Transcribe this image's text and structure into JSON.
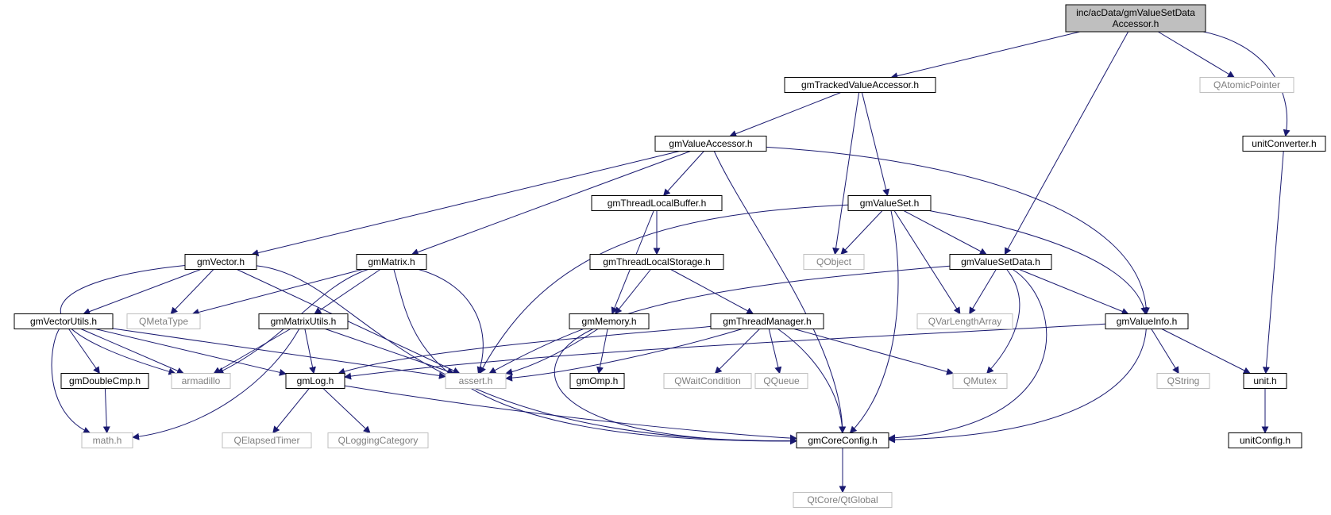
{
  "graph": {
    "nodes": [
      {
        "id": "root",
        "lines": [
          "inc/acData/gmValueSetData",
          "Accessor.h"
        ],
        "style": "root"
      },
      {
        "id": "tracked",
        "lines": [
          "gmTrackedValueAccessor.h"
        ],
        "style": "local"
      },
      {
        "id": "qatomic",
        "lines": [
          "QAtomicPointer"
        ],
        "style": "external"
      },
      {
        "id": "unitconv",
        "lines": [
          "unitConverter.h"
        ],
        "style": "local"
      },
      {
        "id": "valueacc",
        "lines": [
          "gmValueAccessor.h"
        ],
        "style": "local"
      },
      {
        "id": "tlbuffer",
        "lines": [
          "gmThreadLocalBuffer.h"
        ],
        "style": "local"
      },
      {
        "id": "valueset",
        "lines": [
          "gmValueSet.h"
        ],
        "style": "local"
      },
      {
        "id": "vector",
        "lines": [
          "gmVector.h"
        ],
        "style": "local"
      },
      {
        "id": "matrix",
        "lines": [
          "gmMatrix.h"
        ],
        "style": "local"
      },
      {
        "id": "tlstorage",
        "lines": [
          "gmThreadLocalStorage.h"
        ],
        "style": "local"
      },
      {
        "id": "qobject",
        "lines": [
          "QObject"
        ],
        "style": "external"
      },
      {
        "id": "vsdata",
        "lines": [
          "gmValueSetData.h"
        ],
        "style": "local"
      },
      {
        "id": "vecutils",
        "lines": [
          "gmVectorUtils.h"
        ],
        "style": "local"
      },
      {
        "id": "qmetatype",
        "lines": [
          "QMetaType"
        ],
        "style": "external"
      },
      {
        "id": "matutils",
        "lines": [
          "gmMatrixUtils.h"
        ],
        "style": "local"
      },
      {
        "id": "memory",
        "lines": [
          "gmMemory.h"
        ],
        "style": "local"
      },
      {
        "id": "threadmgr",
        "lines": [
          "gmThreadManager.h"
        ],
        "style": "local"
      },
      {
        "id": "qvarlen",
        "lines": [
          "QVarLengthArray"
        ],
        "style": "external"
      },
      {
        "id": "valueinfo",
        "lines": [
          "gmValueInfo.h"
        ],
        "style": "local"
      },
      {
        "id": "doublecmp",
        "lines": [
          "gmDoubleCmp.h"
        ],
        "style": "local"
      },
      {
        "id": "armadillo",
        "lines": [
          "armadillo"
        ],
        "style": "external"
      },
      {
        "id": "log",
        "lines": [
          "gmLog.h"
        ],
        "style": "local"
      },
      {
        "id": "assert",
        "lines": [
          "assert.h"
        ],
        "style": "external"
      },
      {
        "id": "omp",
        "lines": [
          "gmOmp.h"
        ],
        "style": "local"
      },
      {
        "id": "qwaitcond",
        "lines": [
          "QWaitCondition"
        ],
        "style": "external"
      },
      {
        "id": "qqueue",
        "lines": [
          "QQueue"
        ],
        "style": "external"
      },
      {
        "id": "qmutex",
        "lines": [
          "QMutex"
        ],
        "style": "external"
      },
      {
        "id": "qstring",
        "lines": [
          "QString"
        ],
        "style": "external"
      },
      {
        "id": "unit",
        "lines": [
          "unit.h"
        ],
        "style": "local"
      },
      {
        "id": "math",
        "lines": [
          "math.h"
        ],
        "style": "external"
      },
      {
        "id": "qelapsed",
        "lines": [
          "QElapsedTimer"
        ],
        "style": "external"
      },
      {
        "id": "qlogcat",
        "lines": [
          "QLoggingCategory"
        ],
        "style": "external"
      },
      {
        "id": "coreconfig",
        "lines": [
          "gmCoreConfig.h"
        ],
        "style": "local"
      },
      {
        "id": "unitconfig",
        "lines": [
          "unitConfig.h"
        ],
        "style": "local"
      },
      {
        "id": "qtglobal",
        "lines": [
          "QtCore/QtGlobal"
        ],
        "style": "external"
      }
    ],
    "edges": [
      [
        "root",
        "tracked"
      ],
      [
        "root",
        "qatomic"
      ],
      [
        "root",
        "unitconv"
      ],
      [
        "root",
        "vsdata"
      ],
      [
        "tracked",
        "valueacc"
      ],
      [
        "tracked",
        "qobject"
      ],
      [
        "tracked",
        "valueset"
      ],
      [
        "unitconv",
        "unit"
      ],
      [
        "valueacc",
        "vector"
      ],
      [
        "valueacc",
        "matrix"
      ],
      [
        "valueacc",
        "tlbuffer"
      ],
      [
        "valueacc",
        "coreconfig"
      ],
      [
        "valueacc",
        "valueinfo"
      ],
      [
        "tlbuffer",
        "tlstorage"
      ],
      [
        "tlbuffer",
        "memory"
      ],
      [
        "valueset",
        "qobject"
      ],
      [
        "valueset",
        "vsdata"
      ],
      [
        "valueset",
        "qvarlen"
      ],
      [
        "valueset",
        "valueinfo"
      ],
      [
        "valueset",
        "assert"
      ],
      [
        "valueset",
        "coreconfig"
      ],
      [
        "vector",
        "vecutils"
      ],
      [
        "vector",
        "qmetatype"
      ],
      [
        "vector",
        "armadillo"
      ],
      [
        "vector",
        "assert"
      ],
      [
        "vector",
        "coreconfig"
      ],
      [
        "matrix",
        "matutils"
      ],
      [
        "matrix",
        "qmetatype"
      ],
      [
        "matrix",
        "armadillo"
      ],
      [
        "matrix",
        "assert"
      ],
      [
        "matrix",
        "coreconfig"
      ],
      [
        "tlstorage",
        "memory"
      ],
      [
        "tlstorage",
        "threadmgr"
      ],
      [
        "vsdata",
        "qvarlen"
      ],
      [
        "vsdata",
        "valueinfo"
      ],
      [
        "vsdata",
        "qmutex"
      ],
      [
        "vsdata",
        "assert"
      ],
      [
        "vsdata",
        "coreconfig"
      ],
      [
        "vecutils",
        "doublecmp"
      ],
      [
        "vecutils",
        "armadillo"
      ],
      [
        "vecutils",
        "log"
      ],
      [
        "vecutils",
        "math"
      ],
      [
        "vecutils",
        "assert"
      ],
      [
        "matutils",
        "armadillo"
      ],
      [
        "matutils",
        "log"
      ],
      [
        "matutils",
        "assert"
      ],
      [
        "matutils",
        "math"
      ],
      [
        "memory",
        "assert"
      ],
      [
        "memory",
        "omp"
      ],
      [
        "memory",
        "coreconfig"
      ],
      [
        "threadmgr",
        "log"
      ],
      [
        "threadmgr",
        "assert"
      ],
      [
        "threadmgr",
        "qwaitcond"
      ],
      [
        "threadmgr",
        "qqueue"
      ],
      [
        "threadmgr",
        "qmutex"
      ],
      [
        "threadmgr",
        "coreconfig"
      ],
      [
        "valueinfo",
        "qstring"
      ],
      [
        "valueinfo",
        "unit"
      ],
      [
        "valueinfo",
        "log"
      ],
      [
        "valueinfo",
        "coreconfig"
      ],
      [
        "doublecmp",
        "math"
      ],
      [
        "log",
        "qelapsed"
      ],
      [
        "log",
        "qlogcat"
      ],
      [
        "log",
        "coreconfig"
      ],
      [
        "coreconfig",
        "qtglobal"
      ],
      [
        "unit",
        "unitconfig"
      ]
    ]
  },
  "colors": {
    "edge": "#191970",
    "local_border": "#000000",
    "external_border": "#bfbfbf",
    "root_fill": "#bfbfbf",
    "node_fill": "#ffffff",
    "local_text": "#000000",
    "external_text": "#7f7f7f"
  }
}
